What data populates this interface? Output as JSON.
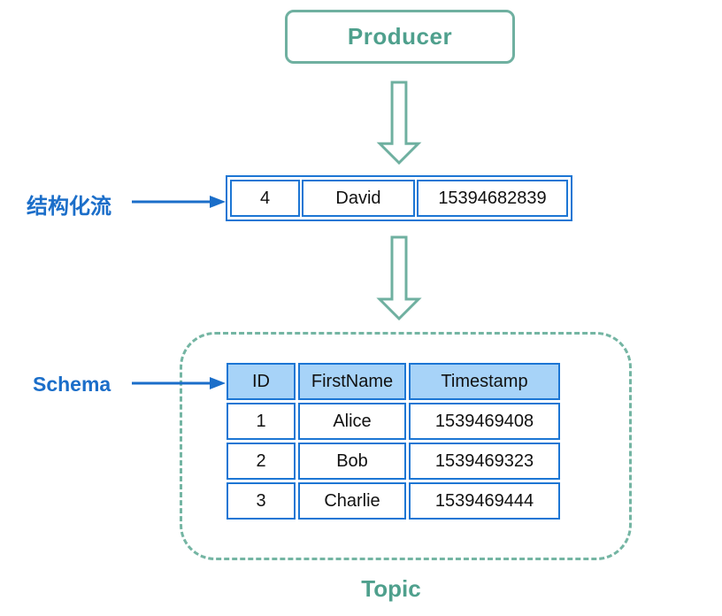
{
  "colors": {
    "teal_text": "#4fa08d",
    "teal_border": "#6fb0a0",
    "teal_dashed_border": "#74b5a3",
    "blue_border": "#1c76d4",
    "blue_label_text": "#1b6ec9",
    "table_header_fill": "#a7d3f8",
    "cell_text": "#111111",
    "background": "#ffffff"
  },
  "producer": {
    "label": "Producer"
  },
  "stream": {
    "label": "结构化流",
    "cells": [
      "4",
      "David",
      "15394682839"
    ]
  },
  "schema": {
    "label": "Schema"
  },
  "topic": {
    "label": "Topic",
    "table": {
      "headers": [
        "ID",
        "FirstName",
        "Timestamp"
      ],
      "rows": [
        [
          "1",
          "Alice",
          "1539469408"
        ],
        [
          "2",
          "Bob",
          "1539469323"
        ],
        [
          "3",
          "Charlie",
          "1539469444"
        ]
      ]
    }
  }
}
